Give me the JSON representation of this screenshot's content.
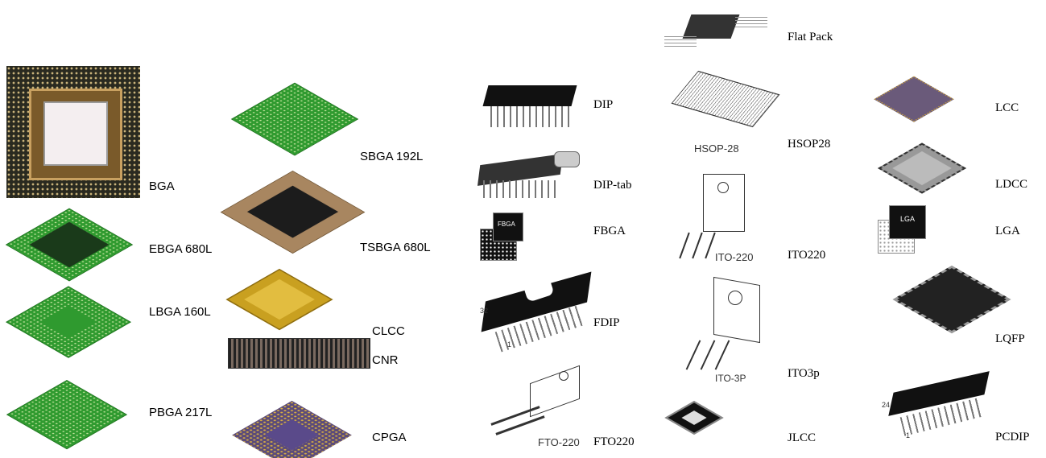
{
  "packages": [
    {
      "name": "BGA"
    },
    {
      "name": "EBGA 680L"
    },
    {
      "name": "LBGA 160L"
    },
    {
      "name": "PBGA 217L"
    },
    {
      "name": "SBGA 192L"
    },
    {
      "name": "TSBGA 680L"
    },
    {
      "name": "CLCC"
    },
    {
      "name": "CNR"
    },
    {
      "name": "CPGA"
    },
    {
      "name": "DIP"
    },
    {
      "name": "DIP-tab"
    },
    {
      "name": "FBGA"
    },
    {
      "name": "FDIP"
    },
    {
      "name": "FTO220"
    },
    {
      "name": "Flat Pack"
    },
    {
      "name": "HSOP28"
    },
    {
      "name": "ITO220"
    },
    {
      "name": "ITO3p"
    },
    {
      "name": "JLCC"
    },
    {
      "name": "LCC"
    },
    {
      "name": "LDCC"
    },
    {
      "name": "LGA"
    },
    {
      "name": "LQFP"
    },
    {
      "name": "PCDIP"
    }
  ],
  "image_captions": {
    "fbga_chip": "FBGA",
    "lga_chip": "LGA",
    "hsop": "HSOP-28",
    "ito220": "ITO-220",
    "ito3p": "ITO-3P",
    "fto220": "FTO-220",
    "fdip_pin_32": "32",
    "fdip_pin_1": "1",
    "pcdip_pin_24": "24",
    "pcdip_pin_1": "1"
  }
}
